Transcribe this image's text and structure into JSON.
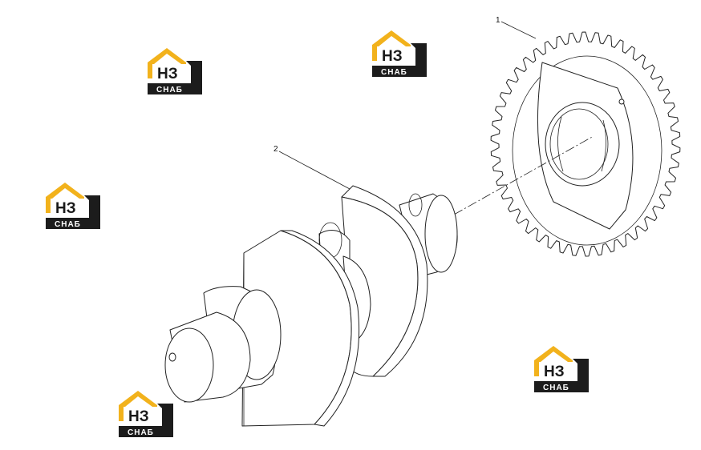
{
  "callouts": {
    "gear": "1",
    "crankshaft": "2"
  },
  "watermark": {
    "top_text": "НЗ",
    "bottom_text": "СНАБ",
    "colors": {
      "roof": "#f2b21c",
      "plate": "#1c1c1c",
      "text_dark": "#1a1a1a",
      "text_light": "#ffffff"
    }
  },
  "drawing_colors": {
    "line": "#222222",
    "fill": "#ffffff"
  }
}
